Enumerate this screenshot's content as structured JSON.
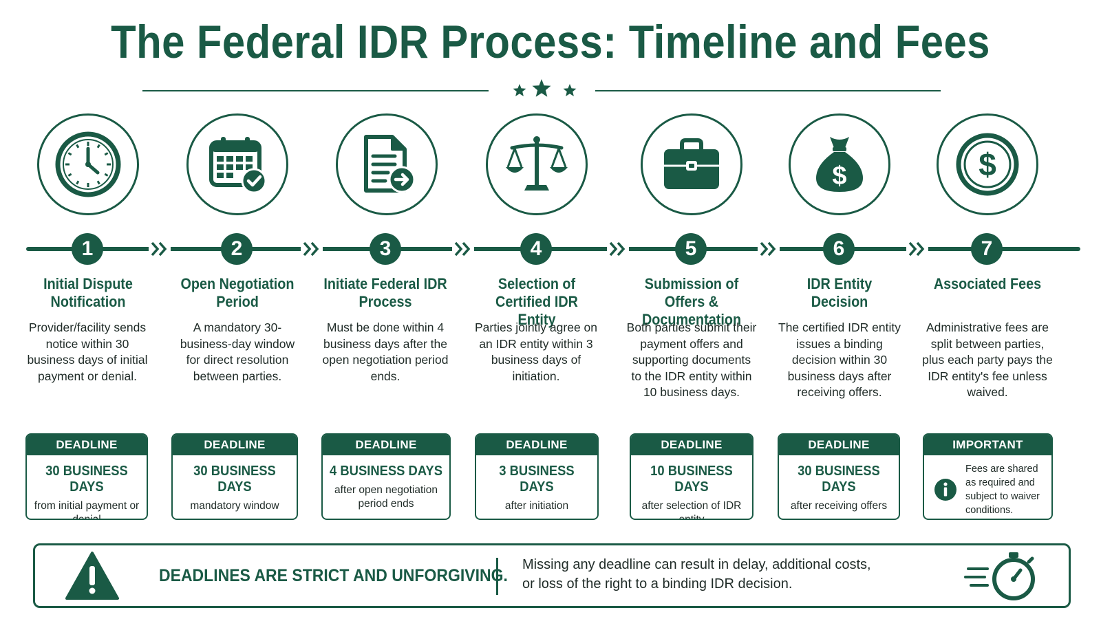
{
  "header": {
    "title": "The Federal IDR Process: Timeline and Fees"
  },
  "colors": {
    "primary": "#1a5a45",
    "text": "#1f2b27",
    "background": "#ffffff"
  },
  "steps": [
    {
      "number": "1",
      "icon": "clock-icon",
      "title": "Initial Dispute Notification",
      "description": "Provider/facility sends notice within 30 business days of initial payment or denial.",
      "card_label": "DEADLINE",
      "card_value": "30 BUSINESS DAYS",
      "card_note": "from initial payment or denial"
    },
    {
      "number": "2",
      "icon": "calendar-check-icon",
      "title": "Open Negotiation Period",
      "description": "A mandatory 30-business-day window for direct resolution between parties.",
      "card_label": "DEADLINE",
      "card_value": "30 BUSINESS DAYS",
      "card_note": "mandatory window"
    },
    {
      "number": "3",
      "icon": "document-arrow-icon",
      "title": "Initiate Federal IDR Process",
      "description": "Must be done within 4 business days after the open negotiation period ends.",
      "card_label": "DEADLINE",
      "card_value": "4 BUSINESS DAYS",
      "card_note": "after open negotiation period ends"
    },
    {
      "number": "4",
      "icon": "scales-icon",
      "title": "Selection of Certified IDR Entity",
      "description": "Parties jointly agree on an IDR entity within 3 business days of initiation.",
      "card_label": "DEADLINE",
      "card_value": "3 BUSINESS DAYS",
      "card_note": "after initiation"
    },
    {
      "number": "5",
      "icon": "briefcase-icon",
      "title": "Submission of Offers & Documentation",
      "description": "Both parties submit their payment offers and supporting documents to the IDR entity within 10 business days.",
      "card_label": "DEADLINE",
      "card_value": "10 BUSINESS DAYS",
      "card_note": "after selection of IDR entity"
    },
    {
      "number": "6",
      "icon": "money-bag-icon",
      "title": "IDR Entity Decision",
      "description": "The certified IDR entity issues a binding decision within 30 business days after receiving offers.",
      "card_label": "DEADLINE",
      "card_value": "30 BUSINESS DAYS",
      "card_note": "after receiving offers"
    },
    {
      "number": "7",
      "icon": "dollar-coin-icon",
      "title": "Associated Fees",
      "description": "Administrative fees are split between parties, plus each party pays the IDR entity's fee unless waived.",
      "card_label": "IMPORTANT",
      "card_value": "",
      "card_note": "Fees are shared as required and subject to waiver conditions."
    }
  ],
  "banner": {
    "headline": "DEADLINES ARE STRICT AND UNFORGIVING.",
    "message_line1": "Missing any deadline can result in delay, additional costs,",
    "message_line2": "or loss of the right to a binding IDR decision."
  }
}
